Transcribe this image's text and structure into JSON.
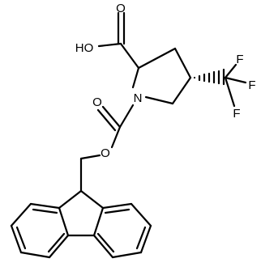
{
  "molecule": {
    "atom_labels": {
      "carboxyl_oxygen_top": "O",
      "hydroxyl": "HO",
      "ring_nitrogen": "N",
      "carbamate_carbonyl_oxygen": "O",
      "ester_oxygen": "O",
      "fluorine_1": "F",
      "fluorine_2": "F",
      "fluorine_3": "F"
    }
  }
}
